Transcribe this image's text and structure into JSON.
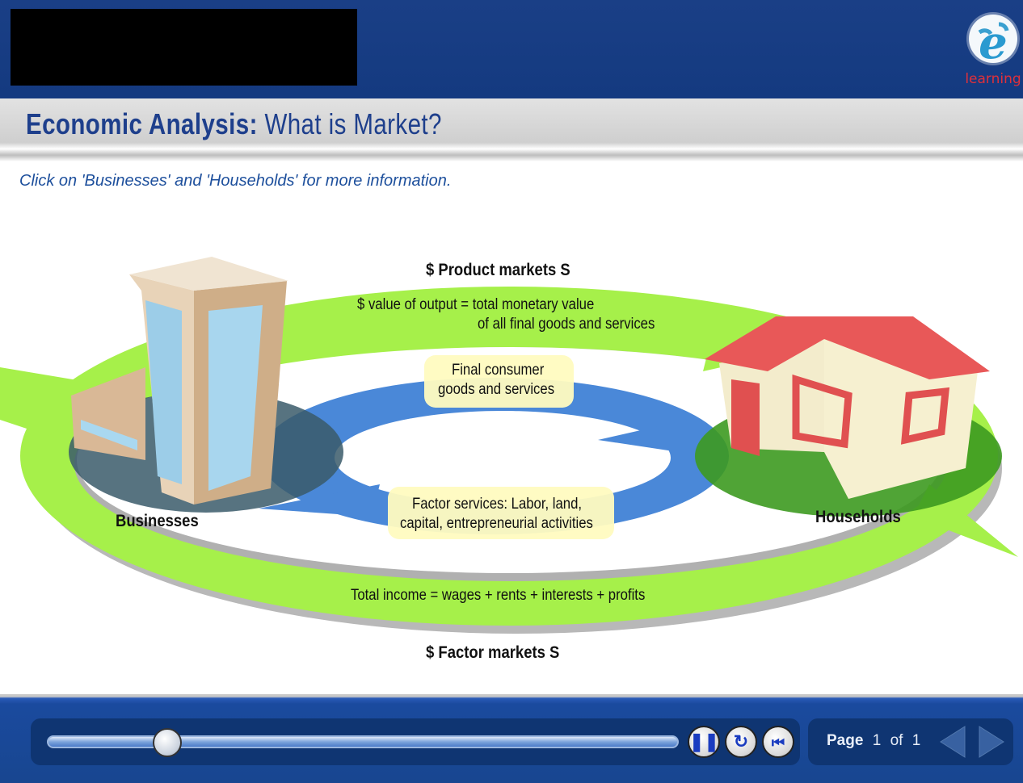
{
  "header": {
    "logo_text": "learning",
    "title_bold": "Economic Analysis:",
    "title_rest": "What is Market?"
  },
  "instruction": "Click on 'Businesses' and 'Households' for more information.",
  "diagram": {
    "product_markets": "$ Product markets S",
    "output_line1": "$ value of output = total monetary value",
    "output_line2": "of all final goods and services",
    "consumer_line1": "Final consumer",
    "consumer_line2": "goods and services",
    "factor_line1": "Factor services: Labor, land,",
    "factor_line2": "capital, entrepreneurial activities",
    "income": "Total income = wages + rents + interests + profits",
    "factor_markets": "$ Factor markets S",
    "businesses": "Businesses",
    "households": "Households"
  },
  "player": {
    "progress": 0.19,
    "page_label": "Page",
    "page_current": "1",
    "of_label": "of",
    "page_total": "1",
    "pause_icon": "pause-icon",
    "replay_icon": "replay-icon",
    "rewind_icon": "rewind-icon"
  }
}
